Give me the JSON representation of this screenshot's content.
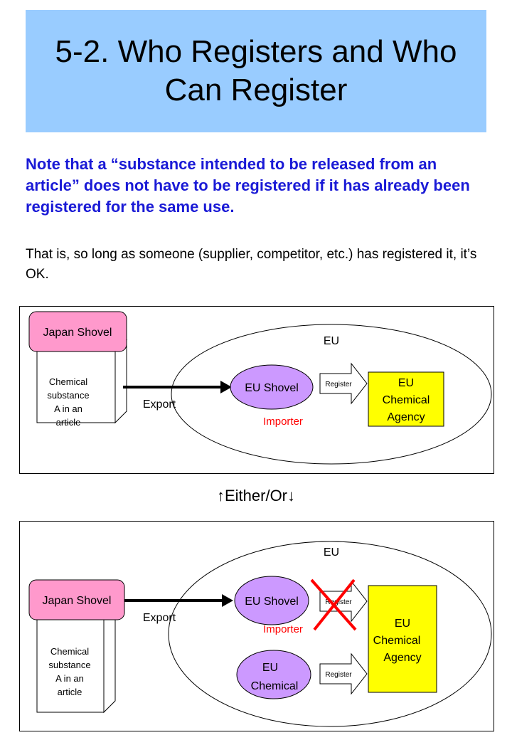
{
  "title": "5-2. Who Registers and Who Can Register",
  "note": "Note that a “substance intended to be released from an article” does not have to be registered if it has already been registered for the same use.",
  "subnote": "That is, so long as someone (supplier, competitor, etc.) has registered it, it’s OK.",
  "separator": "↑Either/Or↓",
  "diagram1": {
    "japan_shovel": "Japan Shovel",
    "substance": [
      "Chemical",
      "substance",
      "A  in an",
      "article"
    ],
    "export": "Export",
    "eu": "EU",
    "eu_shovel": "EU Shovel",
    "importer": "Importer",
    "register": "Register",
    "agency": [
      "EU",
      "Chemical",
      "Agency"
    ]
  },
  "diagram2": {
    "japan_shovel": "Japan Shovel",
    "substance": [
      "Chemical",
      "substance",
      "A  in an",
      "article"
    ],
    "export": "Export",
    "eu": "EU",
    "eu_shovel": "EU Shovel",
    "importer": "Importer",
    "eu_chemical": [
      "EU",
      "Chemical"
    ],
    "register_top": "Register",
    "register_bottom": "Register",
    "agency": [
      "EU",
      "Chemical",
      "Agency"
    ]
  },
  "colors": {
    "title_bg": "#99ccff",
    "note_text": "#1a1ad6",
    "japan_shovel_fill": "#ff99cc",
    "eu_shovel_fill": "#cc99ff",
    "agency_fill": "#ffff00",
    "importer_text": "#ff0000",
    "cross": "#ff0000"
  }
}
